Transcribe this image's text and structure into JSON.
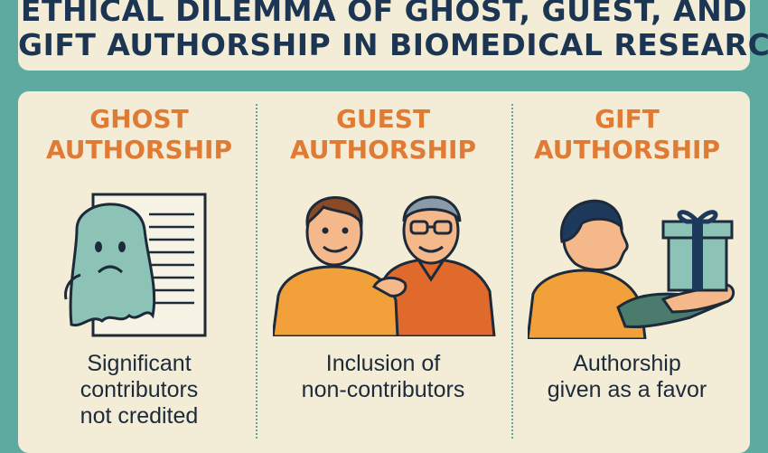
{
  "title": {
    "line1": "ETHICAL DILEMMA OF GHOST, GUEST, AND",
    "line2": "GIFT AUTHORSHIP IN BIOMEDICAL RESEARCH"
  },
  "columns": [
    {
      "heading_line1": "GHOST",
      "heading_line2": "AUTHORSHIP",
      "desc_line1": "Significant",
      "desc_line2": "contributors",
      "desc_line3": "not credited",
      "illustration_icon": "ghost-document-icon"
    },
    {
      "heading_line1": "GUEST",
      "heading_line2": "AUTHORSHIP",
      "desc_line1": "Inclusion of",
      "desc_line2": "non-contributors",
      "illustration_icon": "two-people-icon"
    },
    {
      "heading_line1": "GIFT",
      "heading_line2": "AUTHORSHIP",
      "desc_line1": "Authorship",
      "desc_line2": "given as a favor",
      "illustration_icon": "gift-giver-icon"
    }
  ],
  "colors": {
    "background": "#5ea9a0",
    "panel": "#f3edd8",
    "title_text": "#1c3552",
    "heading_text": "#e07b35"
  }
}
